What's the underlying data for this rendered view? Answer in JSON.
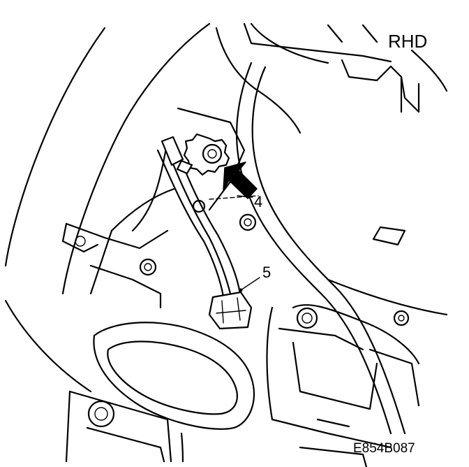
{
  "diagram": {
    "region_label": "RHD",
    "figure_code": "E854B087",
    "callouts": [
      {
        "id": "4",
        "text": "4"
      },
      {
        "id": "5",
        "text": "5"
      }
    ]
  }
}
